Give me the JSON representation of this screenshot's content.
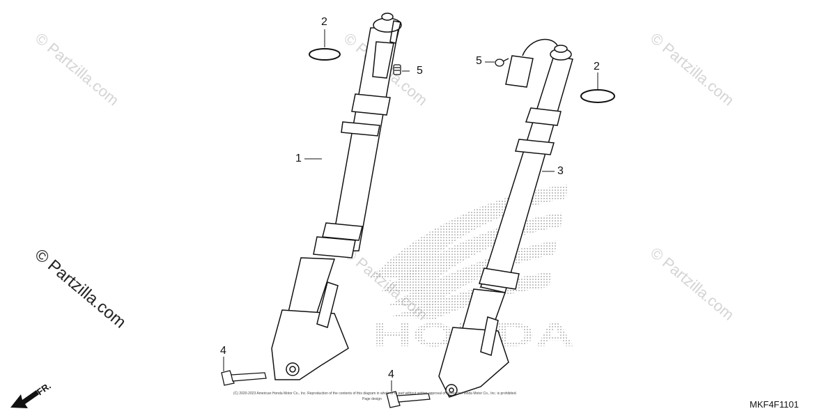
{
  "watermarks": {
    "text": "© Partzilla.com"
  },
  "brand": {
    "wordmark": "HONDA"
  },
  "callouts": {
    "c1": "1",
    "c2_left": "2",
    "c2_right": "2",
    "c3": "3",
    "c4_left": "4",
    "c4_right": "4",
    "c5_left": "5",
    "c5_right": "5"
  },
  "footer": {
    "diagram_code": "MKF4F1101",
    "copyright": "(C) 2020-2023 American Honda Motor Co., Inc. Reproduction of the contents of this diagram in whole or in part without written approval of American Honda Motor Co., Inc. is prohibited.",
    "copyright_line2": "Page design"
  },
  "direction_indicator": {
    "label": "FR."
  },
  "colors": {
    "line": "#111111",
    "watermark": "#d4d4d4",
    "logo_dots": "#9a9a9a"
  }
}
